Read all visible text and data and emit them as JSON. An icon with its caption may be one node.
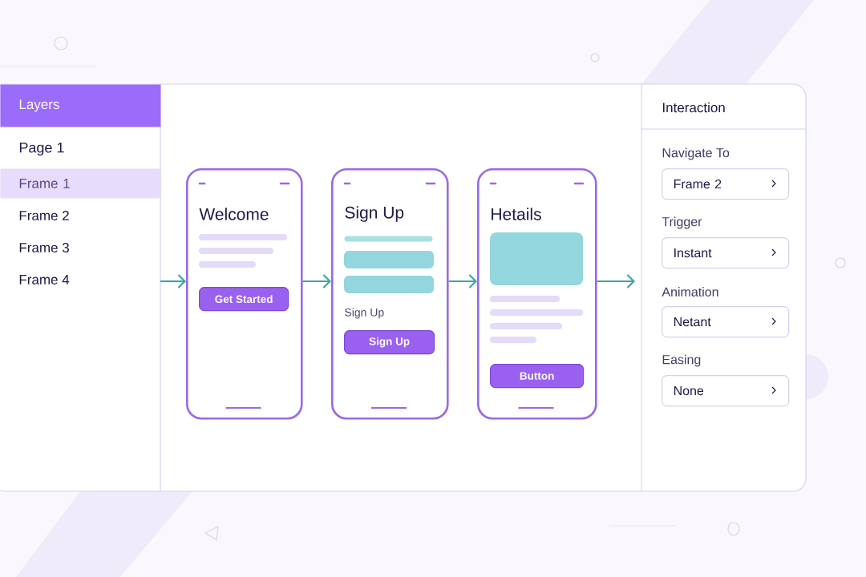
{
  "diagram": {
    "nodes": [
      {
        "text": [
          "Layers"
        ]
      },
      {
        "text": [
          "Frame 1"
        ]
      },
      {
        "text": [
          "Welcome"
        ]
      },
      {
        "text": [
          "Get Started"
        ],
        "in": 2
      },
      {
        "text": [
          "Sign Up",
          "Sign Up"
        ]
      },
      {
        "text": [
          "Sign Up"
        ],
        "in": 4
      },
      {
        "text": [
          "Hetails"
        ]
      },
      {
        "text": [
          "Button"
        ],
        "in": 6
      },
      {
        "text": [
          "Navigate To",
          "Frame 2"
        ]
      },
      {
        "text": [
          "Trigger",
          "Instant"
        ]
      },
      {
        "text": [
          "Animation",
          "Netant"
        ]
      },
      {
        "text": [
          "Easing",
          "None"
        ]
      }
    ],
    "edges": [
      {
        "from": null,
        "to": 2,
        "arrow": "to"
      },
      {
        "from": 2,
        "to": 4,
        "arrow": "to"
      },
      {
        "from": 4,
        "to": 6,
        "arrow": "to"
      },
      {
        "from": 6,
        "to": null,
        "arrow": "to"
      }
    ],
    "labels": [
      "Page 1",
      "Frame 2",
      "Frame 3",
      "Frame 4",
      "Interaction"
    ]
  }
}
